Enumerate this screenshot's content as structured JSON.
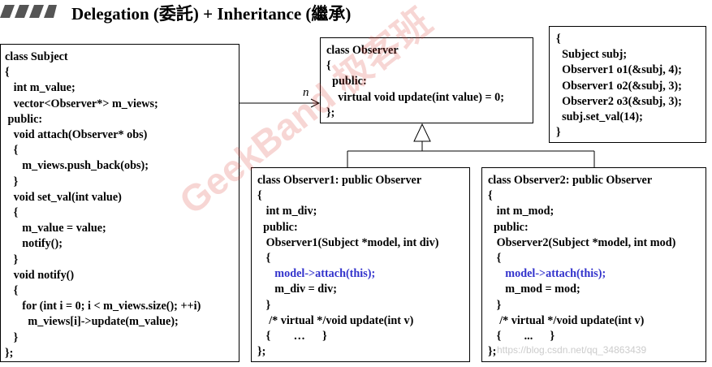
{
  "slide": {
    "title": "Delegation (委託) + Inheritance (繼承)"
  },
  "subject_class": {
    "lines": [
      "class Subject",
      "{",
      "   int m_value;",
      "   vector<Observer*> m_views;",
      " public:",
      "   void attach(Observer* obs)",
      "   {",
      "      m_views.push_back(obs);",
      "   }",
      "   void set_val(int value)",
      "   {",
      "      m_value = value;",
      "      notify();",
      "   }",
      "   void notify()",
      "   {",
      "      for (int i = 0; i < m_views.size(); ++i)",
      "        m_views[i]->update(m_value);",
      "   }",
      "};"
    ]
  },
  "observer_class": {
    "lines": [
      "class Observer",
      "{",
      "  public:",
      "    virtual void update(int value) = 0;",
      "};"
    ]
  },
  "main_block": {
    "lines": [
      "{",
      "  Subject subj;",
      "  Observer1 o1(&subj, 4);",
      "  Observer1 o2(&subj, 3);",
      "  Observer2 o3(&subj, 3);",
      "  subj.set_val(14);",
      "}"
    ]
  },
  "observer1_class": {
    "lines": [
      "class Observer1: public Observer",
      "{",
      "   int m_div;",
      "  public:",
      "   Observer1(Subject *model, int div)",
      "   {",
      "      model->attach(this);",
      "      m_div = div;",
      "   }",
      "    /* virtual */void update(int v)",
      "   {        …      }",
      "};"
    ]
  },
  "observer2_class": {
    "lines": [
      "class Observer2: public Observer",
      "{",
      "   int m_mod;",
      "  public:",
      "   Observer2(Subject *model, int mod)",
      "   {",
      "      model->attach(this);",
      "      m_mod = mod;",
      "   }",
      "    /* virtual */void update(int v)",
      "   {        ...      }",
      "};"
    ]
  },
  "association": {
    "multiplicity": "n"
  },
  "highlight_color": "#3333cc",
  "watermark": {
    "text": "GeekBand 极客班"
  },
  "footer": {
    "url": "https://blog.csdn.net/qq_34863439"
  }
}
